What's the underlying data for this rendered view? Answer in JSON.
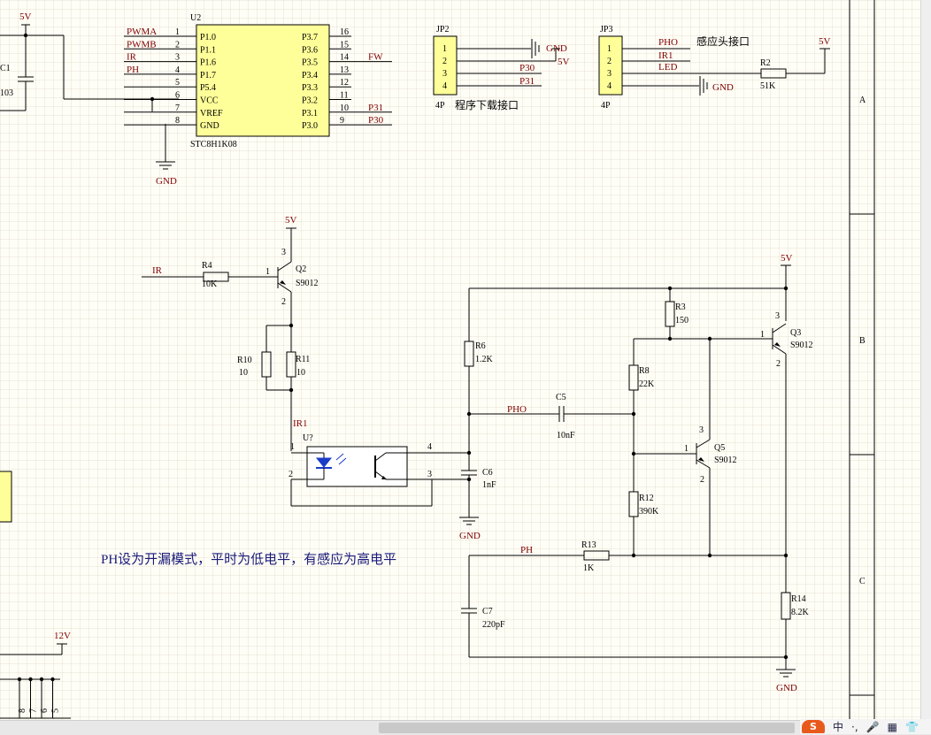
{
  "components": {
    "u2": {
      "ref": "U2",
      "part": "STC8H1K08",
      "left_pins": [
        {
          "num": "1",
          "name": "P1.0",
          "net": "PWMA"
        },
        {
          "num": "2",
          "name": "P1.1",
          "net": "PWMB"
        },
        {
          "num": "3",
          "name": "P1.6",
          "net": "IR"
        },
        {
          "num": "4",
          "name": "P1.7",
          "net": "PH"
        },
        {
          "num": "5",
          "name": "P5.4",
          "net": ""
        },
        {
          "num": "6",
          "name": "VCC",
          "net": ""
        },
        {
          "num": "7",
          "name": "VREF",
          "net": ""
        },
        {
          "num": "8",
          "name": "GND",
          "net": ""
        }
      ],
      "right_pins": [
        {
          "num": "16",
          "name": "P3.7",
          "net": ""
        },
        {
          "num": "15",
          "name": "P3.6",
          "net": ""
        },
        {
          "num": "14",
          "name": "P3.5",
          "net": "FW"
        },
        {
          "num": "13",
          "name": "P3.4",
          "net": ""
        },
        {
          "num": "12",
          "name": "P3.3",
          "net": ""
        },
        {
          "num": "11",
          "name": "P3.2",
          "net": ""
        },
        {
          "num": "10",
          "name": "P3.1",
          "net": "P31"
        },
        {
          "num": "9",
          "name": "P3.0",
          "net": "P30"
        }
      ]
    },
    "jp2": {
      "ref": "JP2",
      "value": "4P",
      "caption": "程序下载接口",
      "pins": [
        "1",
        "2",
        "3",
        "4"
      ],
      "nets": [
        "GND",
        "5V",
        "P30",
        "P31"
      ]
    },
    "jp3": {
      "ref": "JP3",
      "value": "4P",
      "caption": "感应头接口",
      "pins": [
        "1",
        "2",
        "3",
        "4"
      ],
      "nets": [
        "PHO",
        "IR1",
        "LED",
        "GND"
      ]
    },
    "c1": {
      "ref": "C1",
      "value": "103"
    },
    "r2": {
      "ref": "R2",
      "value": "51K"
    },
    "r4": {
      "ref": "R4",
      "value": "10K"
    },
    "q2": {
      "ref": "Q2",
      "value": "S9012",
      "pins": [
        "1",
        "2",
        "3"
      ]
    },
    "r10": {
      "ref": "R10",
      "value": "10"
    },
    "r11": {
      "ref": "R11",
      "value": "10"
    },
    "u_opto": {
      "ref": "U?",
      "pins": [
        "1",
        "2",
        "3",
        "4"
      ]
    },
    "c6": {
      "ref": "C6",
      "value": "1nF"
    },
    "r6": {
      "ref": "R6",
      "value": "1.2K"
    },
    "c5": {
      "ref": "C5",
      "value": "10nF"
    },
    "r3": {
      "ref": "R3",
      "value": "150"
    },
    "r8": {
      "ref": "R8",
      "value": "22K"
    },
    "q5": {
      "ref": "Q5",
      "value": "S9012",
      "pins": [
        "1",
        "2",
        "3"
      ]
    },
    "q3": {
      "ref": "Q3",
      "value": "S9012",
      "pins": [
        "1",
        "2",
        "3"
      ]
    },
    "r12": {
      "ref": "R12",
      "value": "390K"
    },
    "r13": {
      "ref": "R13",
      "value": "1K"
    },
    "c7": {
      "ref": "C7",
      "value": "220pF"
    },
    "r14": {
      "ref": "R14",
      "value": "8.2K"
    }
  },
  "nets": {
    "v5": "5V",
    "v12": "12V",
    "gnd": "GND",
    "ir": "IR",
    "ir1": "IR1",
    "pho": "PHO",
    "ph": "PH"
  },
  "header_pins": [
    "8",
    "7",
    "6",
    "5"
  ],
  "note": "PH设为开漏模式，平时为低电平，有感应为高电平",
  "zones": [
    "A",
    "B",
    "C"
  ],
  "ime": {
    "logo": "S",
    "items": [
      "中",
      "·,",
      "🎤",
      "▦",
      "👕"
    ]
  },
  "colors": {
    "net_label": "#800000",
    "ic_fill": "#ffff99",
    "wire": "#000000",
    "note": "#1a1a7a",
    "led": "#1a3cc8"
  }
}
